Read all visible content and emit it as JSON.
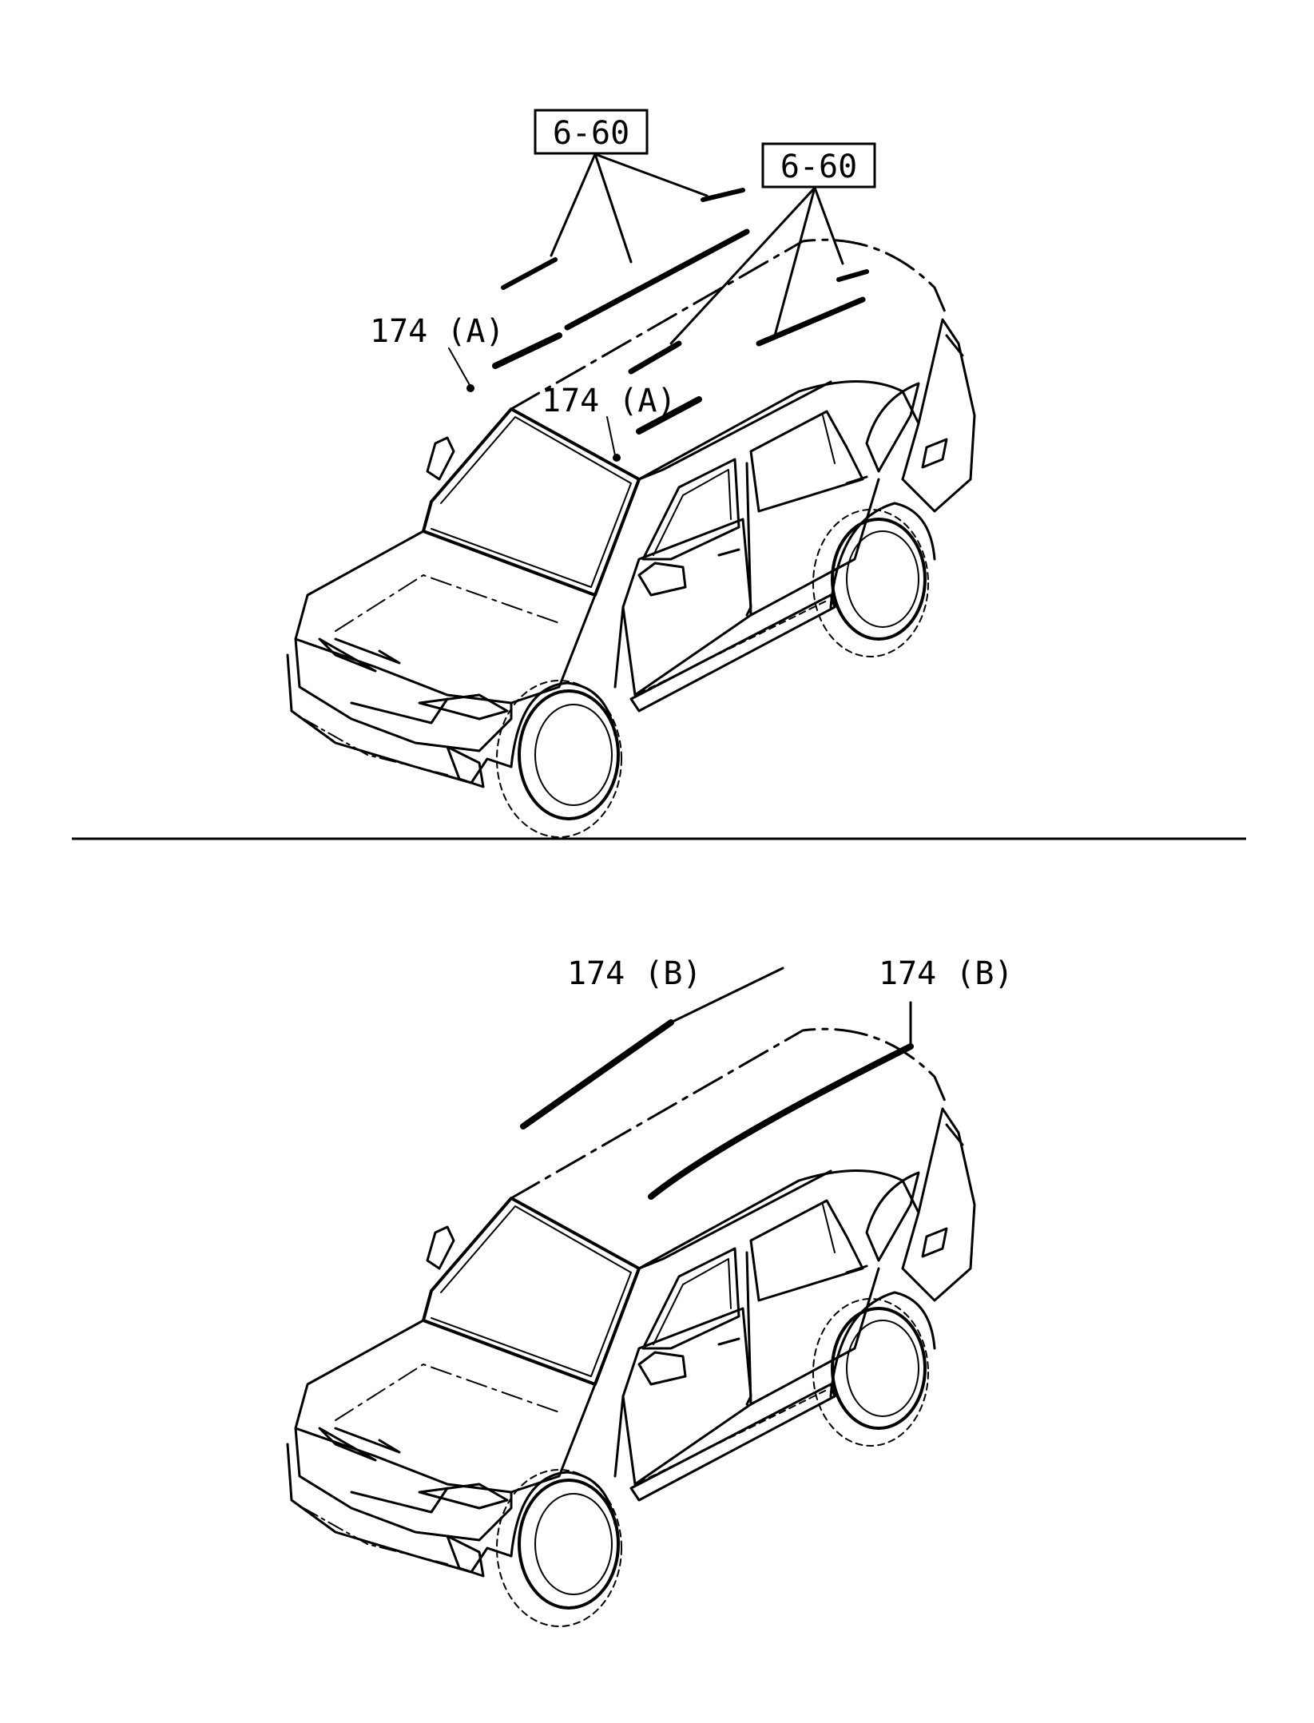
{
  "callouts": {
    "ref_box_left": "6-60",
    "ref_box_right": "6-60",
    "part_a_upper": "174 (A)",
    "part_a_lower": "174 (A)",
    "part_b_left": "174 (B)",
    "part_b_right": "174 (B)"
  },
  "colors": {
    "line": "#000000",
    "background": "#ffffff"
  }
}
